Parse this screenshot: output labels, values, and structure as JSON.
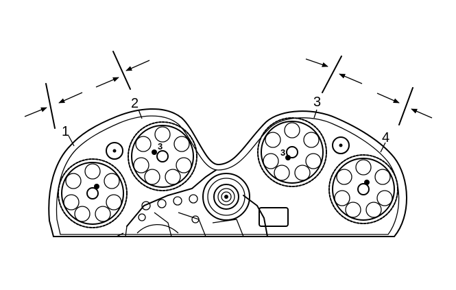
{
  "diagram": {
    "callouts": [
      "1",
      "2",
      "3",
      "4"
    ],
    "sprocket_marks": [
      "3",
      "3"
    ],
    "colors": {
      "ink": "#000000",
      "paper": "#ffffff"
    }
  }
}
